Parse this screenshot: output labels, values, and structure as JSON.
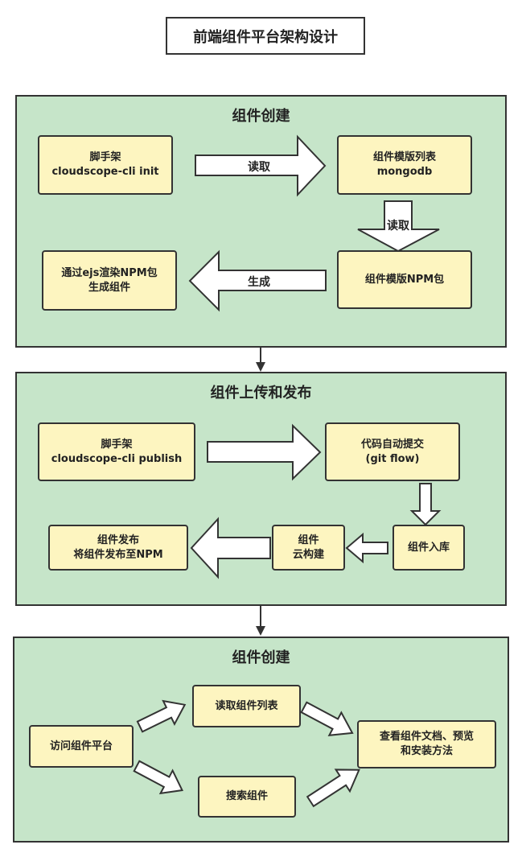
{
  "title": "前端组件平台架构设计",
  "sections": [
    {
      "title": "组件创建",
      "nodes": {
        "scaffold_label": "脚手架",
        "scaffold_cmd": "cloudscope-cli init",
        "template_list_label": "组件模版列表",
        "template_list_db": "mongodb",
        "template_npm": "组件模版NPM包",
        "render_line1": "通过ejs渲染NPM包",
        "render_line2": "生成组件"
      },
      "arrows": {
        "read_1": "读取",
        "read_2": "读取",
        "generate": "生成"
      }
    },
    {
      "title": "组件上传和发布",
      "nodes": {
        "scaffold_label": "脚手架",
        "scaffold_cmd": "cloudscope-cli publish",
        "auto_commit": "代码自动提交",
        "git_flow": "(git flow)",
        "storage": "组件入库",
        "cloud_line1": "组件",
        "cloud_line2": "云构建",
        "publish_line1": "组件发布",
        "publish_line2": "将组件发布至NPM"
      }
    },
    {
      "title": "组件创建",
      "nodes": {
        "visit": "访问组件平台",
        "read_list": "读取组件列表",
        "search": "搜索组件",
        "view_line1": "查看组件文档、预览",
        "view_line2": "和安装方法"
      }
    }
  ],
  "colors": {
    "section_bg": "#c6e5c9",
    "node_bg": "#fdf5c0",
    "border": "#333333",
    "arrow_fill": "#ffffff"
  }
}
